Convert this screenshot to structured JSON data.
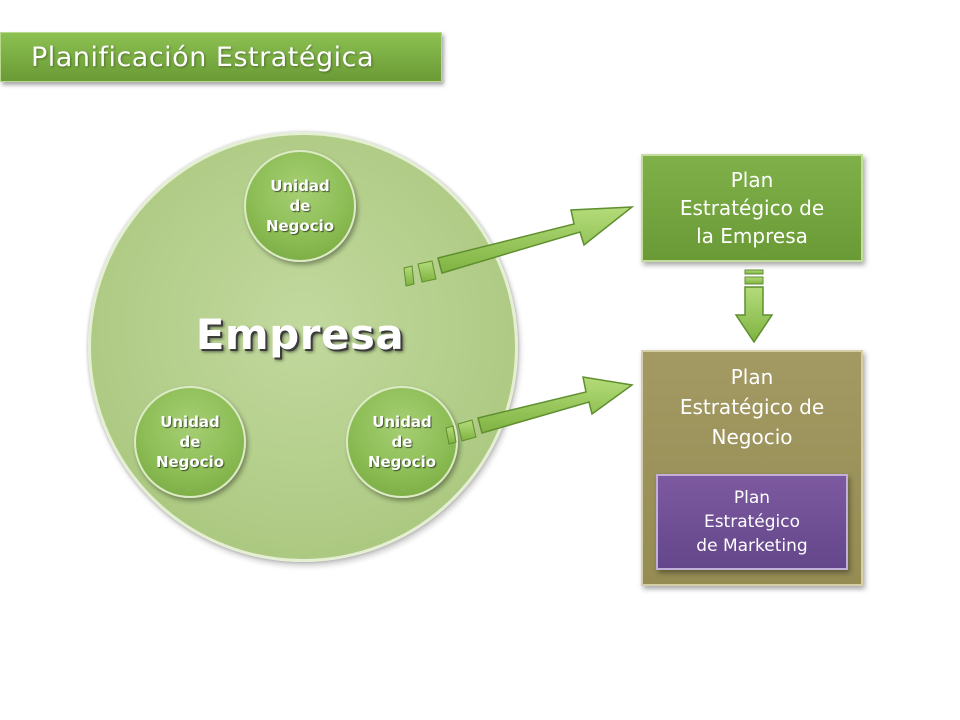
{
  "title": "Planificación Estratégica",
  "center_label": "Empresa",
  "units": [
    {
      "label": "Unidad\nde\nNegocio"
    },
    {
      "label": "Unidad\nde\nNegocio"
    },
    {
      "label": "Unidad\nde\nNegocio"
    }
  ],
  "boxes": {
    "plan_empresa": "Plan\nEstratégico de\nla Empresa",
    "plan_negocio": "Plan\nEstratégico de\nNegocio",
    "plan_marketing": "Plan\nEstratégico\nde Marketing"
  },
  "colors": {
    "green": "#6a9a35",
    "olive": "#958c54",
    "purple": "#64468a",
    "arrow_green": "#8cc152"
  }
}
